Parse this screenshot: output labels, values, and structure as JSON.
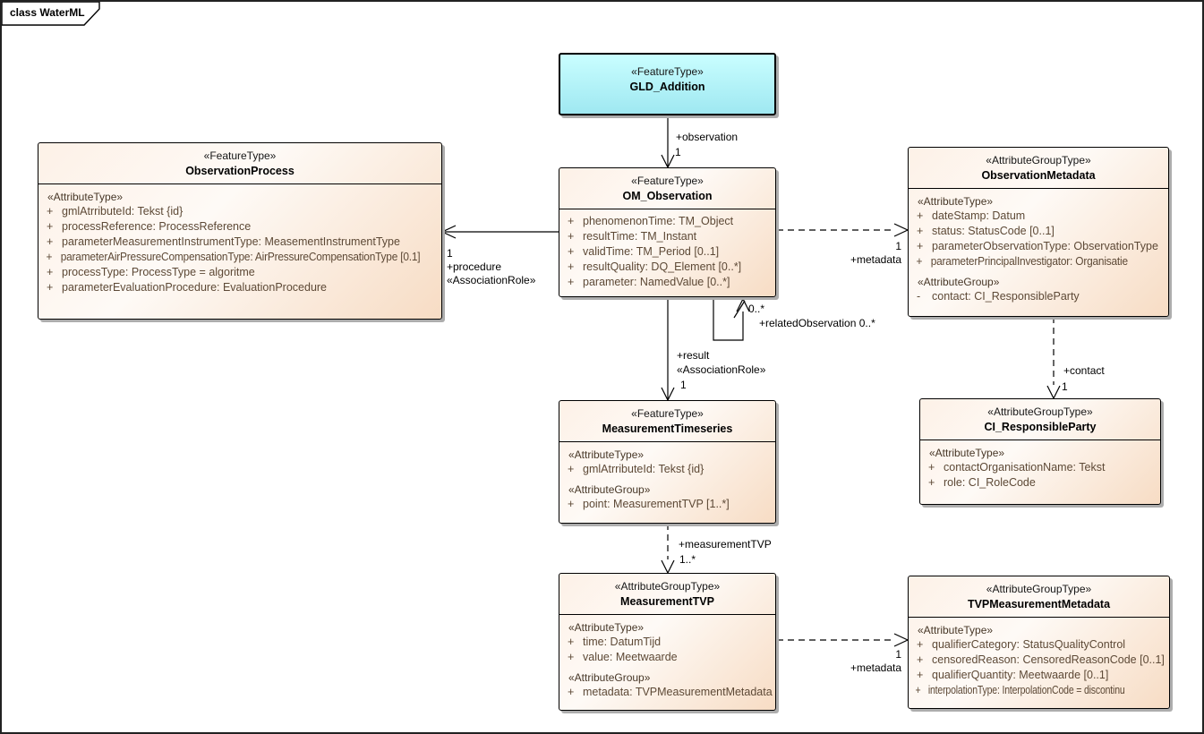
{
  "frame": {
    "tab_label": "class WaterML"
  },
  "colors": {
    "class_fill_top": "#fefaf6",
    "class_fill_bottom": "#f7dcc4",
    "highlight_fill_top": "#c9feff",
    "highlight_fill_bottom": "#9fe8f1",
    "border": "#000000",
    "shadow": "#adadad",
    "attribute_text": "#5d4936"
  },
  "classes": {
    "gld": {
      "stereotype": "«FeatureType»",
      "name": "GLD_Addition"
    },
    "om": {
      "stereotype": "«FeatureType»",
      "name": "OM_Observation",
      "rows": [
        {
          "vis": "+",
          "text": "phenomenonTime: TM_Object"
        },
        {
          "vis": "+",
          "text": "resultTime: TM_Instant"
        },
        {
          "vis": "+",
          "text": "validTime: TM_Period [0..1]"
        },
        {
          "vis": "+",
          "text": "resultQuality: DQ_Element [0..*]"
        },
        {
          "vis": "+",
          "text": "parameter: NamedValue [0..*]"
        }
      ]
    },
    "op": {
      "stereotype": "«FeatureType»",
      "name": "ObservationProcess",
      "sections": [
        {
          "label": "«AttributeType»",
          "rows": [
            {
              "vis": "+",
              "text": "gmlAtrributeId: Tekst {id}"
            },
            {
              "vis": "+",
              "text": "processReference: ProcessReference"
            },
            {
              "vis": "+",
              "text": "parameterMeasurementInstrumentType: MeasementInstrumentType"
            },
            {
              "vis": "+",
              "text": "parameterAirPressureCompensationType: AirPressureCompensationType [0.1]"
            },
            {
              "vis": "+",
              "text": "processType: ProcessType = algoritme"
            },
            {
              "vis": "+",
              "text": "parameterEvaluationProcedure: EvaluationProcedure"
            }
          ]
        }
      ]
    },
    "omd": {
      "stereotype": "«AttributeGroupType»",
      "name": "ObservationMetadata",
      "sections": [
        {
          "label": "«AttributeType»",
          "rows": [
            {
              "vis": "+",
              "text": "dateStamp: Datum"
            },
            {
              "vis": "+",
              "text": "status: StatusCode [0..1]"
            },
            {
              "vis": "+",
              "text": "parameterObservationType: ObservationType"
            },
            {
              "vis": "+",
              "text": "parameterPrincipalInvestigator: Organisatie"
            }
          ]
        },
        {
          "label": "«AttributeGroup»",
          "rows": [
            {
              "vis": "-",
              "text": "contact: CI_ResponsibleParty"
            }
          ]
        }
      ]
    },
    "mts": {
      "stereotype": "«FeatureType»",
      "name": "MeasurementTimeseries",
      "sections": [
        {
          "label": "«AttributeType»",
          "rows": [
            {
              "vis": "+",
              "text": "gmlAtrributeId: Tekst {id}"
            }
          ]
        },
        {
          "label": "«AttributeGroup»",
          "rows": [
            {
              "vis": "+",
              "text": "point: MeasurementTVP [1..*]"
            }
          ]
        }
      ]
    },
    "cirp": {
      "stereotype": "«AttributeGroupType»",
      "name": "CI_ResponsibleParty",
      "sections": [
        {
          "label": "«AttributeType»",
          "rows": [
            {
              "vis": "+",
              "text": "contactOrganisationName: Tekst"
            },
            {
              "vis": "+",
              "text": "role: CI_RoleCode"
            }
          ]
        }
      ]
    },
    "mtvp": {
      "stereotype": "«AttributeGroupType»",
      "name": "MeasurementTVP",
      "sections": [
        {
          "label": "«AttributeType»",
          "rows": [
            {
              "vis": "+",
              "text": "time: DatumTijd"
            },
            {
              "vis": "+",
              "text": "value: Meetwaarde"
            }
          ]
        },
        {
          "label": "«AttributeGroup»",
          "rows": [
            {
              "vis": "+",
              "text": "metadata: TVPMeasurementMetadata"
            }
          ]
        }
      ]
    },
    "tvpmm": {
      "stereotype": "«AttributeGroupType»",
      "name": "TVPMeasurementMetadata",
      "sections": [
        {
          "label": "«AttributeType»",
          "rows": [
            {
              "vis": "+",
              "text": "qualifierCategory: StatusQualityControl"
            },
            {
              "vis": "+",
              "text": "censoredReason: CensoredReasonCode [0..1]"
            },
            {
              "vis": "+",
              "text": "qualifierQuantity: Meetwaarde [0..1]"
            },
            {
              "vis": "+",
              "text": "interpolationType: InterpolationCode = discontinu"
            }
          ]
        }
      ]
    }
  },
  "connectors": {
    "observation": {
      "role": "+observation",
      "mult": "1"
    },
    "procedure": {
      "mult": "1",
      "role": "+procedure",
      "stereotype": "«AssociationRole»"
    },
    "metadata_top": {
      "mult": "1",
      "role": "+metadata"
    },
    "related": {
      "mult": "0..*",
      "label": "+relatedObservation 0..*"
    },
    "result": {
      "role": "+result",
      "stereotype": "«AssociationRole»",
      "mult": "1"
    },
    "contact": {
      "role": "+contact",
      "mult": "1"
    },
    "measurement_tvp": {
      "role": "+measurementTVP",
      "mult": "1..*"
    },
    "metadata_bottom": {
      "mult": "1",
      "role": "+metadata"
    }
  }
}
